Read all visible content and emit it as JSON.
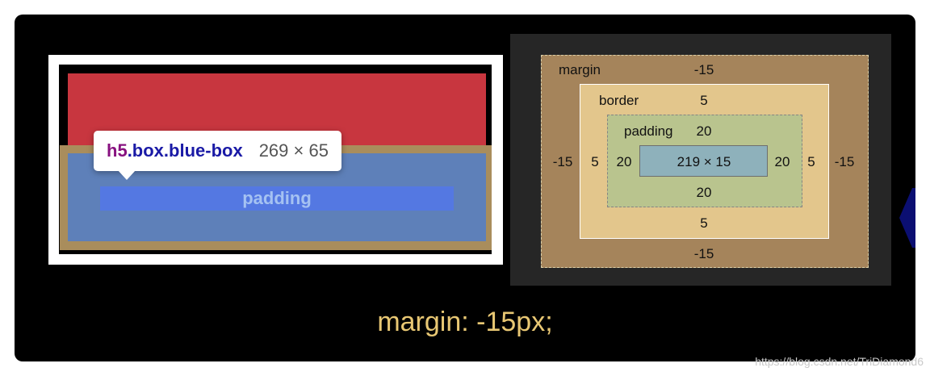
{
  "tooltip": {
    "tag": "h5",
    "classes": ".box.blue-box",
    "size": "269 × 65"
  },
  "preview": {
    "padding_label": "padding"
  },
  "box_model": {
    "margin": {
      "label": "margin",
      "top": "-15",
      "right": "-15",
      "bottom": "-15",
      "left": "-15"
    },
    "border": {
      "label": "border",
      "top": "5",
      "right": "5",
      "bottom": "5",
      "left": "5"
    },
    "padding": {
      "label": "padding",
      "top": "20",
      "right": "20",
      "bottom": "20",
      "left": "20"
    },
    "content": "219 × 15"
  },
  "caption": "margin: -15px;",
  "watermark": "https://blog.csdn.net/TriDiamond6",
  "colors": {
    "red_box": "#c8363f",
    "margin_overlay": "#a98d5c",
    "padding_overlay": "#5e80b9",
    "content_overlay": "#5478e2",
    "caption": "#e8c773"
  }
}
